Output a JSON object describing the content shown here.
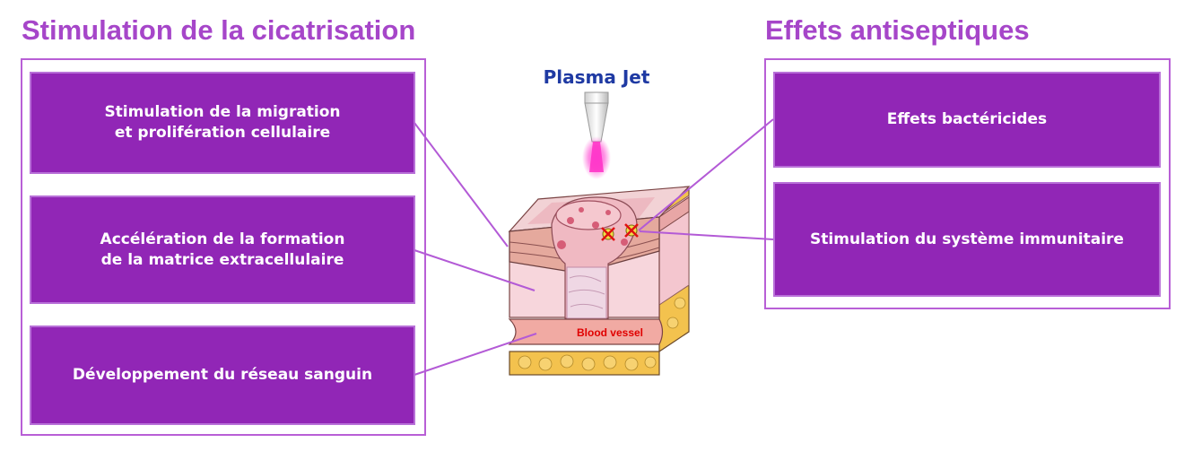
{
  "left_section": {
    "title": "Stimulation de la cicatrisation",
    "boxes": [
      "Stimulation de la migration\net prolifération cellulaire",
      "Accélération de la formation\nde la matrice extracellulaire",
      "Développement du réseau sanguin"
    ]
  },
  "right_section": {
    "title": "Effets antiseptiques",
    "boxes": [
      "Effets bactéricides",
      "Stimulation du système immunitaire"
    ]
  },
  "illustration": {
    "plasma_label": "Plasma Jet",
    "vessel_label": "Blood vessel"
  },
  "colors": {
    "title": "#a646c9",
    "box_fill": "#9126b6",
    "frame_border": "#b85fd6",
    "connector": "#b35ad6",
    "plasma_label": "#1f3aa3",
    "plasma_glow": "#ff33cc",
    "vessel_label": "#e00000"
  }
}
